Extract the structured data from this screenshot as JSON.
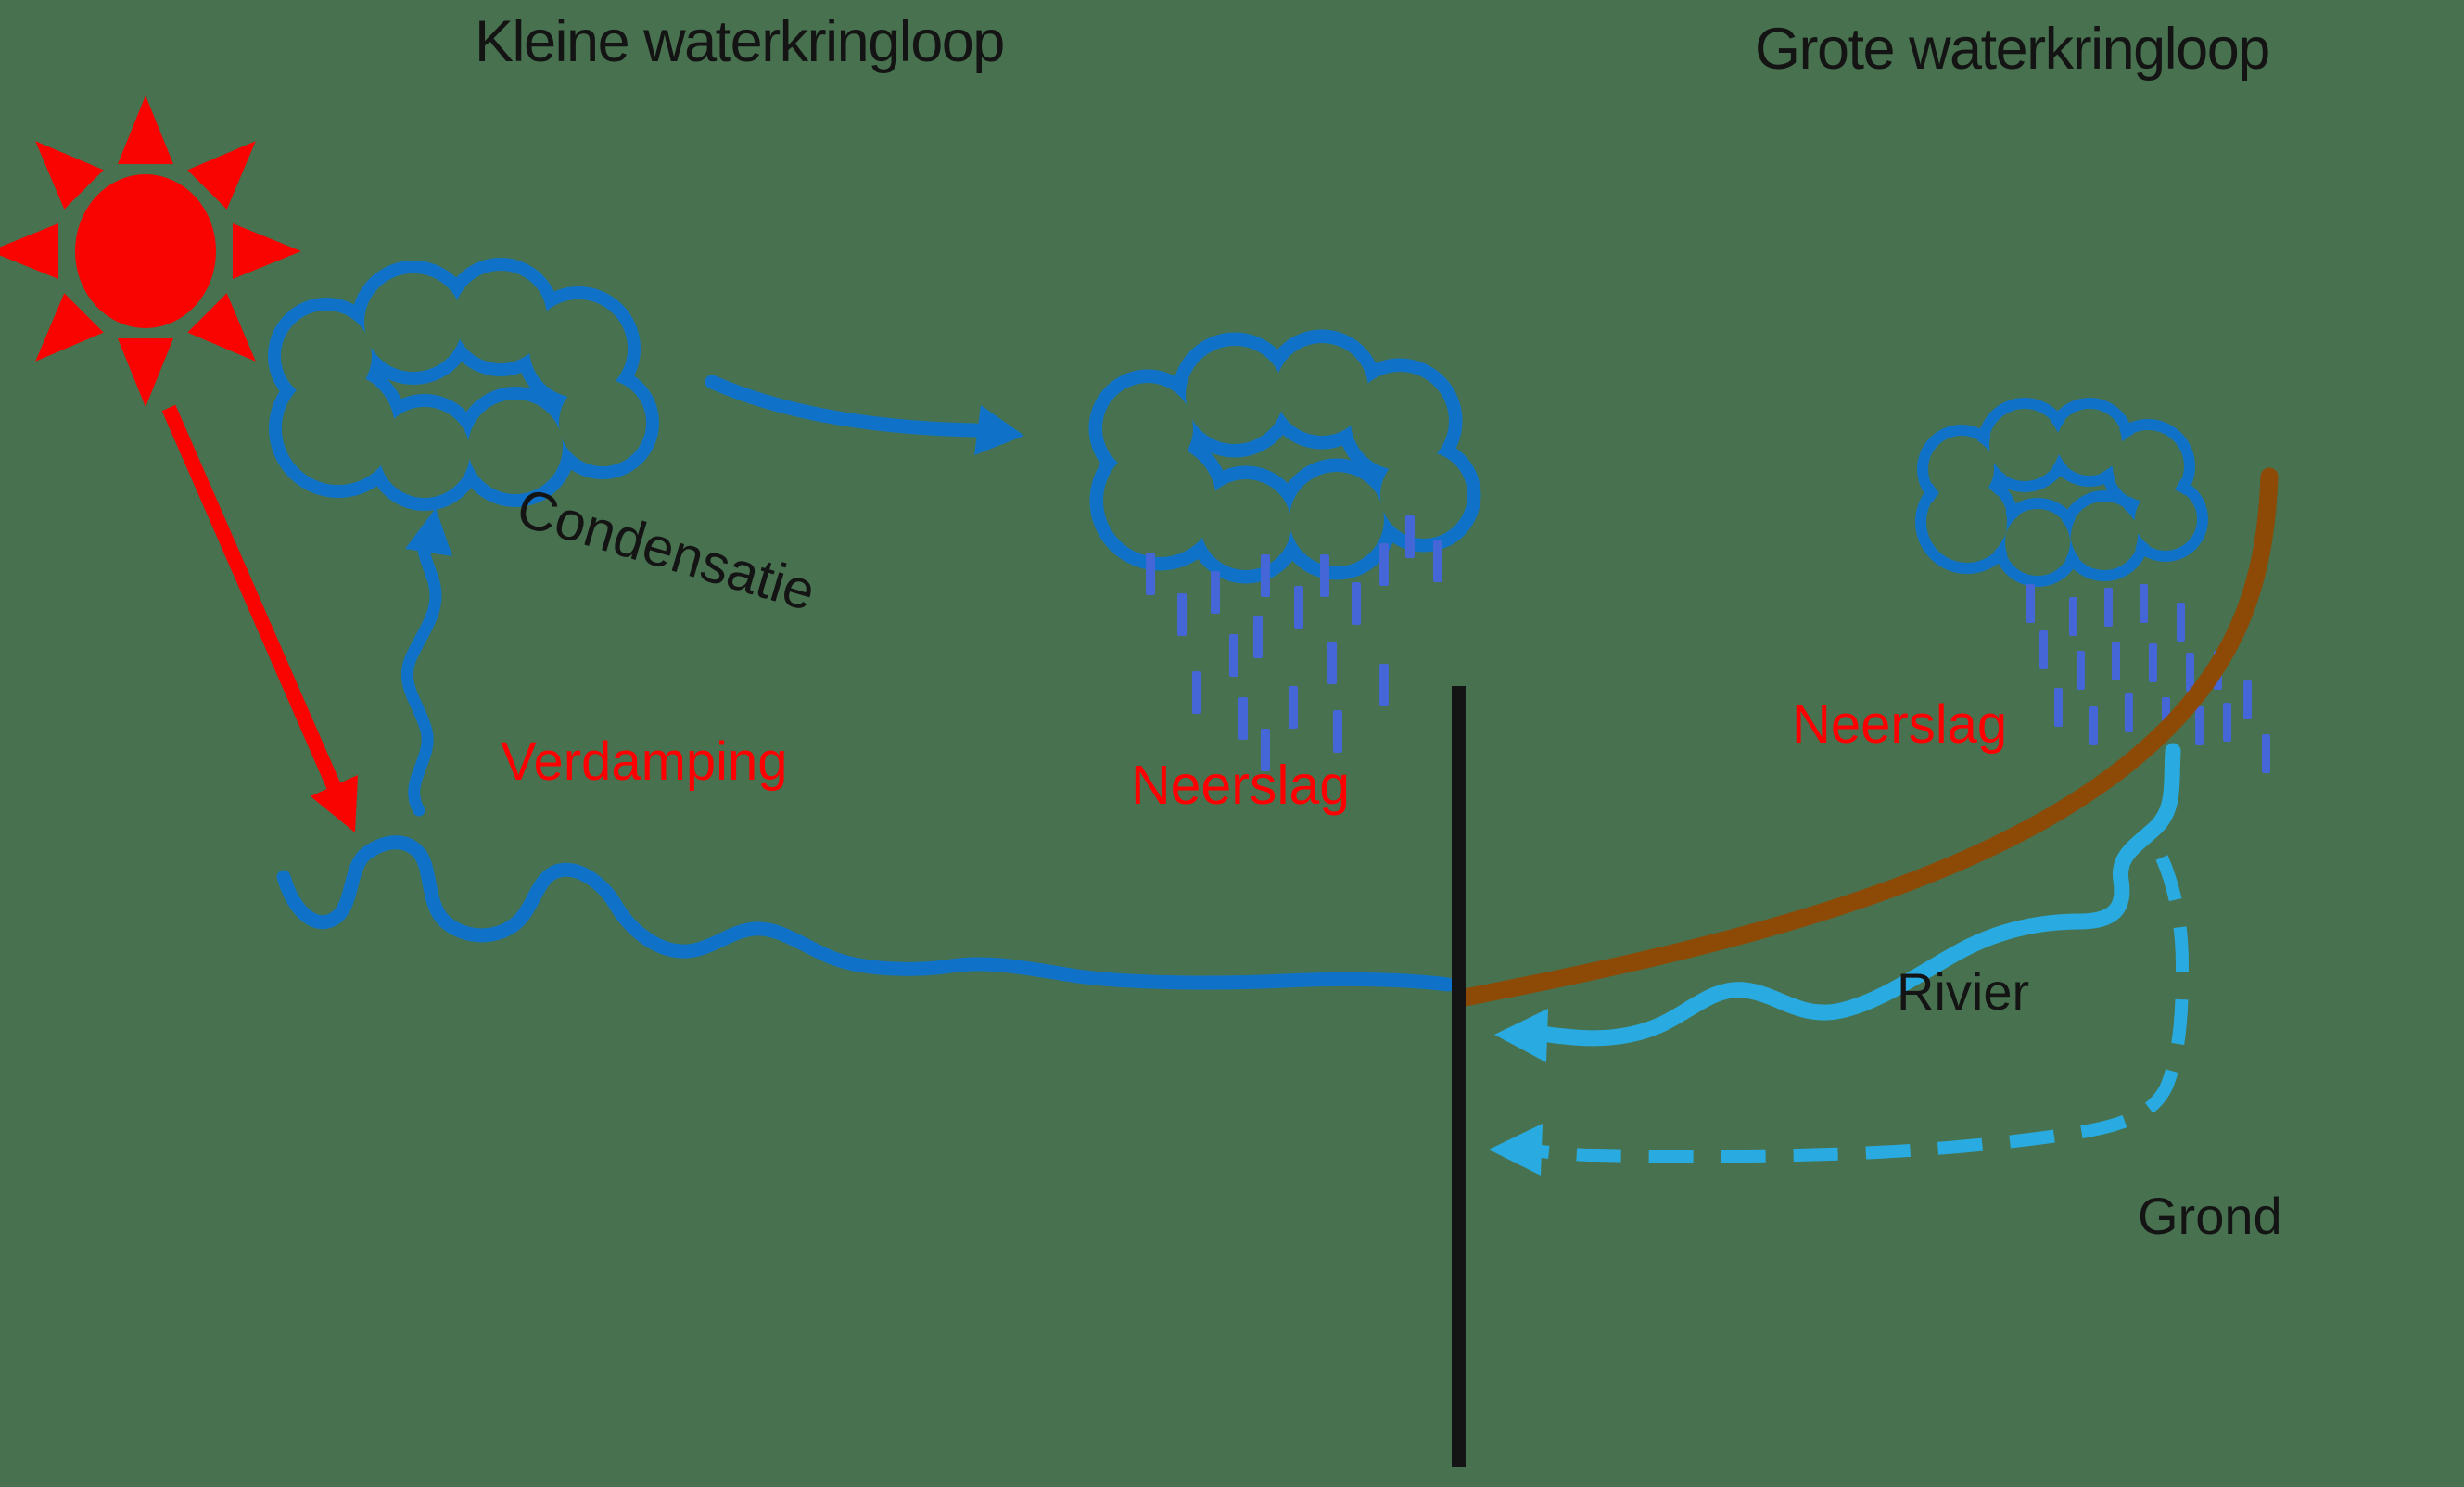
{
  "diagram": {
    "title_left": "Kleine waterkringloop",
    "title_right": "Grote waterkringloop",
    "cycle_left": {
      "condensation_label": "Condensatie",
      "evaporation_label": "Verdamping",
      "precipitation_label": "Neerslag"
    },
    "cycle_right": {
      "precipitation_label": "Neerslag",
      "river_label": "Rivier",
      "groundwater_label": "Grond"
    },
    "colors": {
      "background": "#48724F",
      "sun_red": "#F90400",
      "label_red": "#FF0000",
      "cloud_blue": "#0F72C8",
      "rain_blue": "#4566D6",
      "water_cyan": "#29ABE2",
      "mountain_brown": "#8C4A06",
      "ink_black": "#141414"
    },
    "icons": {
      "sun": "sun-icon",
      "cloud": "cloud-icon",
      "rain": "rain-streaks-icon",
      "flow_arrows": "flow-arrow-icon"
    }
  }
}
